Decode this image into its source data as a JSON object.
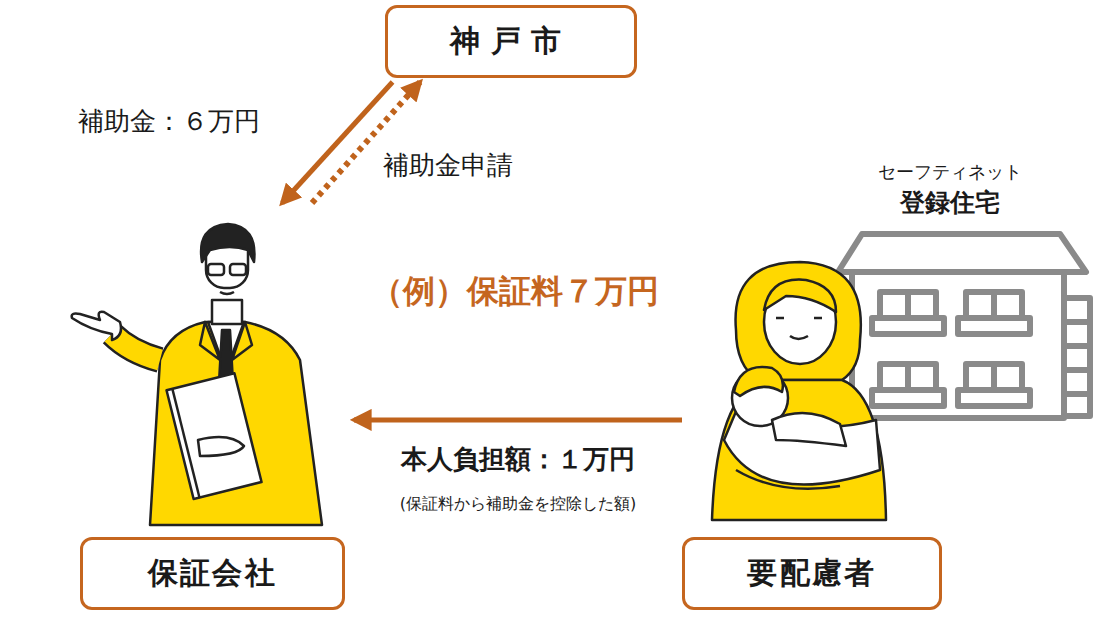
{
  "diagram": {
    "nodes": [
      {
        "text": [
          "神戸市"
        ]
      },
      {
        "text": [
          "保証会社"
        ]
      },
      {
        "text": [
          "要配慮者"
        ]
      }
    ],
    "edges": [
      {
        "from": 0,
        "to": 1,
        "label": "補助金：６万円",
        "arrow": "to"
      },
      {
        "from": 1,
        "to": 0,
        "label": "補助金申請",
        "arrow": "to"
      },
      {
        "from": 2,
        "to": 1,
        "label": "本人負担額：１万円",
        "arrow": "to"
      }
    ],
    "labels": [
      "セーフティネット",
      "登録住宅",
      "（例）保証料７万円",
      "(保証料から補助金を控除した額)"
    ]
  }
}
